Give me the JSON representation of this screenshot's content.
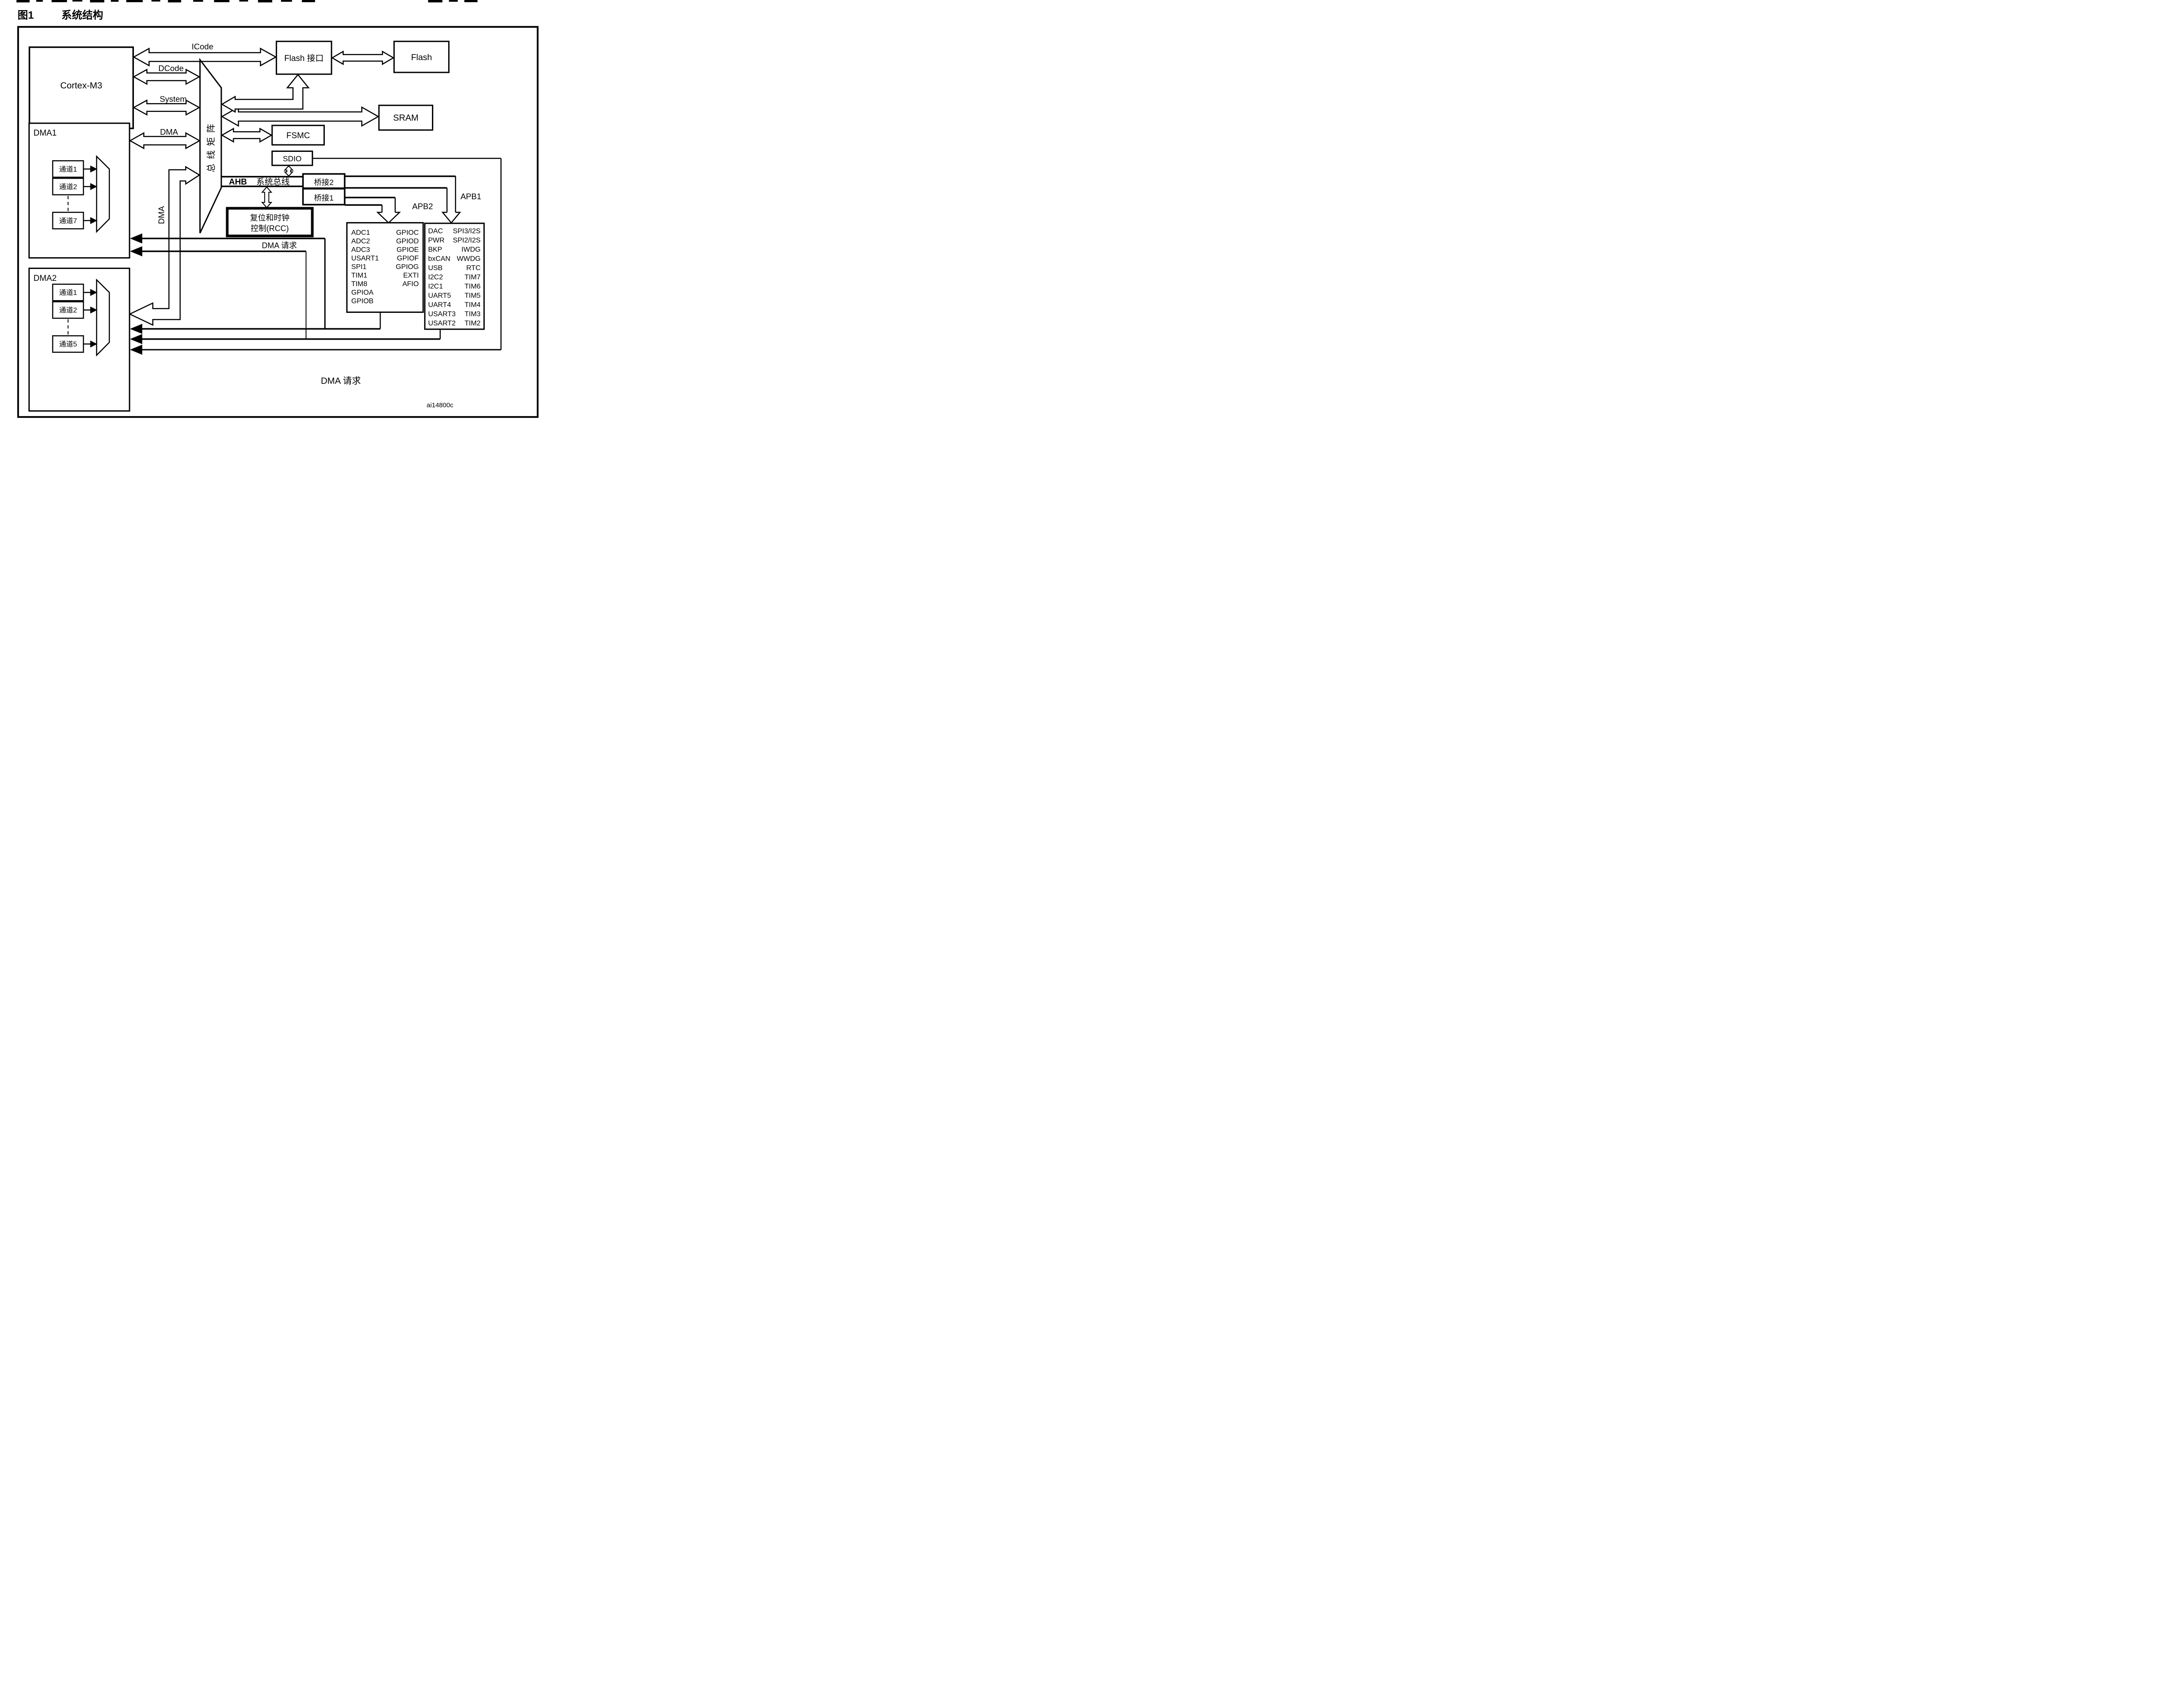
{
  "figure": {
    "number": "图1",
    "title": "系统结构",
    "code": "ai14800c"
  },
  "blocks": {
    "cortex": "Cortex-M3",
    "flash_interface": "Flash 接口",
    "flash": "Flash",
    "sram": "SRAM",
    "fsmc": "FSMC",
    "sdio": "SDIO",
    "bus_matrix": "总线矩阵",
    "ahb_prefix": "AHB",
    "ahb_suffix": "系统总线",
    "bridge2": "桥接2",
    "bridge1": "桥接1",
    "rcc_line1": "复位和时钟",
    "rcc_line2": "控制(RCC)",
    "dma1": "DMA1",
    "dma2": "DMA2"
  },
  "buses": {
    "icode": "ICode",
    "dcode": "DCode",
    "system": "System",
    "dma": "DMA",
    "dma_vertical": "DMA",
    "apb2": "APB2",
    "apb1": "APB1",
    "dma_request_top": "DMA 请求",
    "dma_request_bottom": "DMA 请求"
  },
  "dma1_channels": [
    "通道1",
    "通道2",
    "通道7"
  ],
  "dma2_channels": [
    "通道1",
    "通道2",
    "通道5"
  ],
  "apb2": {
    "left": [
      "ADC1",
      "ADC2",
      "ADC3",
      "USART1",
      "SPI1",
      "TIM1",
      "TIM8",
      "GPIOA",
      "GPIOB"
    ],
    "right": [
      "GPIOC",
      "GPIOD",
      "GPIOE",
      "GPIOF",
      "GPIOG",
      "EXTI",
      "AFIO"
    ]
  },
  "apb1": {
    "left": [
      "DAC",
      "PWR",
      "BKP",
      "bxCAN",
      "USB",
      "I2C2",
      "I2C1",
      "UART5",
      "UART4",
      "USART3",
      "USART2"
    ],
    "right": [
      "SPI3/I2S",
      "SPI2/I2S",
      "IWDG",
      "WWDG",
      "RTC",
      "TIM7",
      "TIM6",
      "TIM5",
      "TIM4",
      "TIM3",
      "TIM2"
    ]
  },
  "colors": {
    "line": "#000000",
    "background": "#ffffff"
  }
}
